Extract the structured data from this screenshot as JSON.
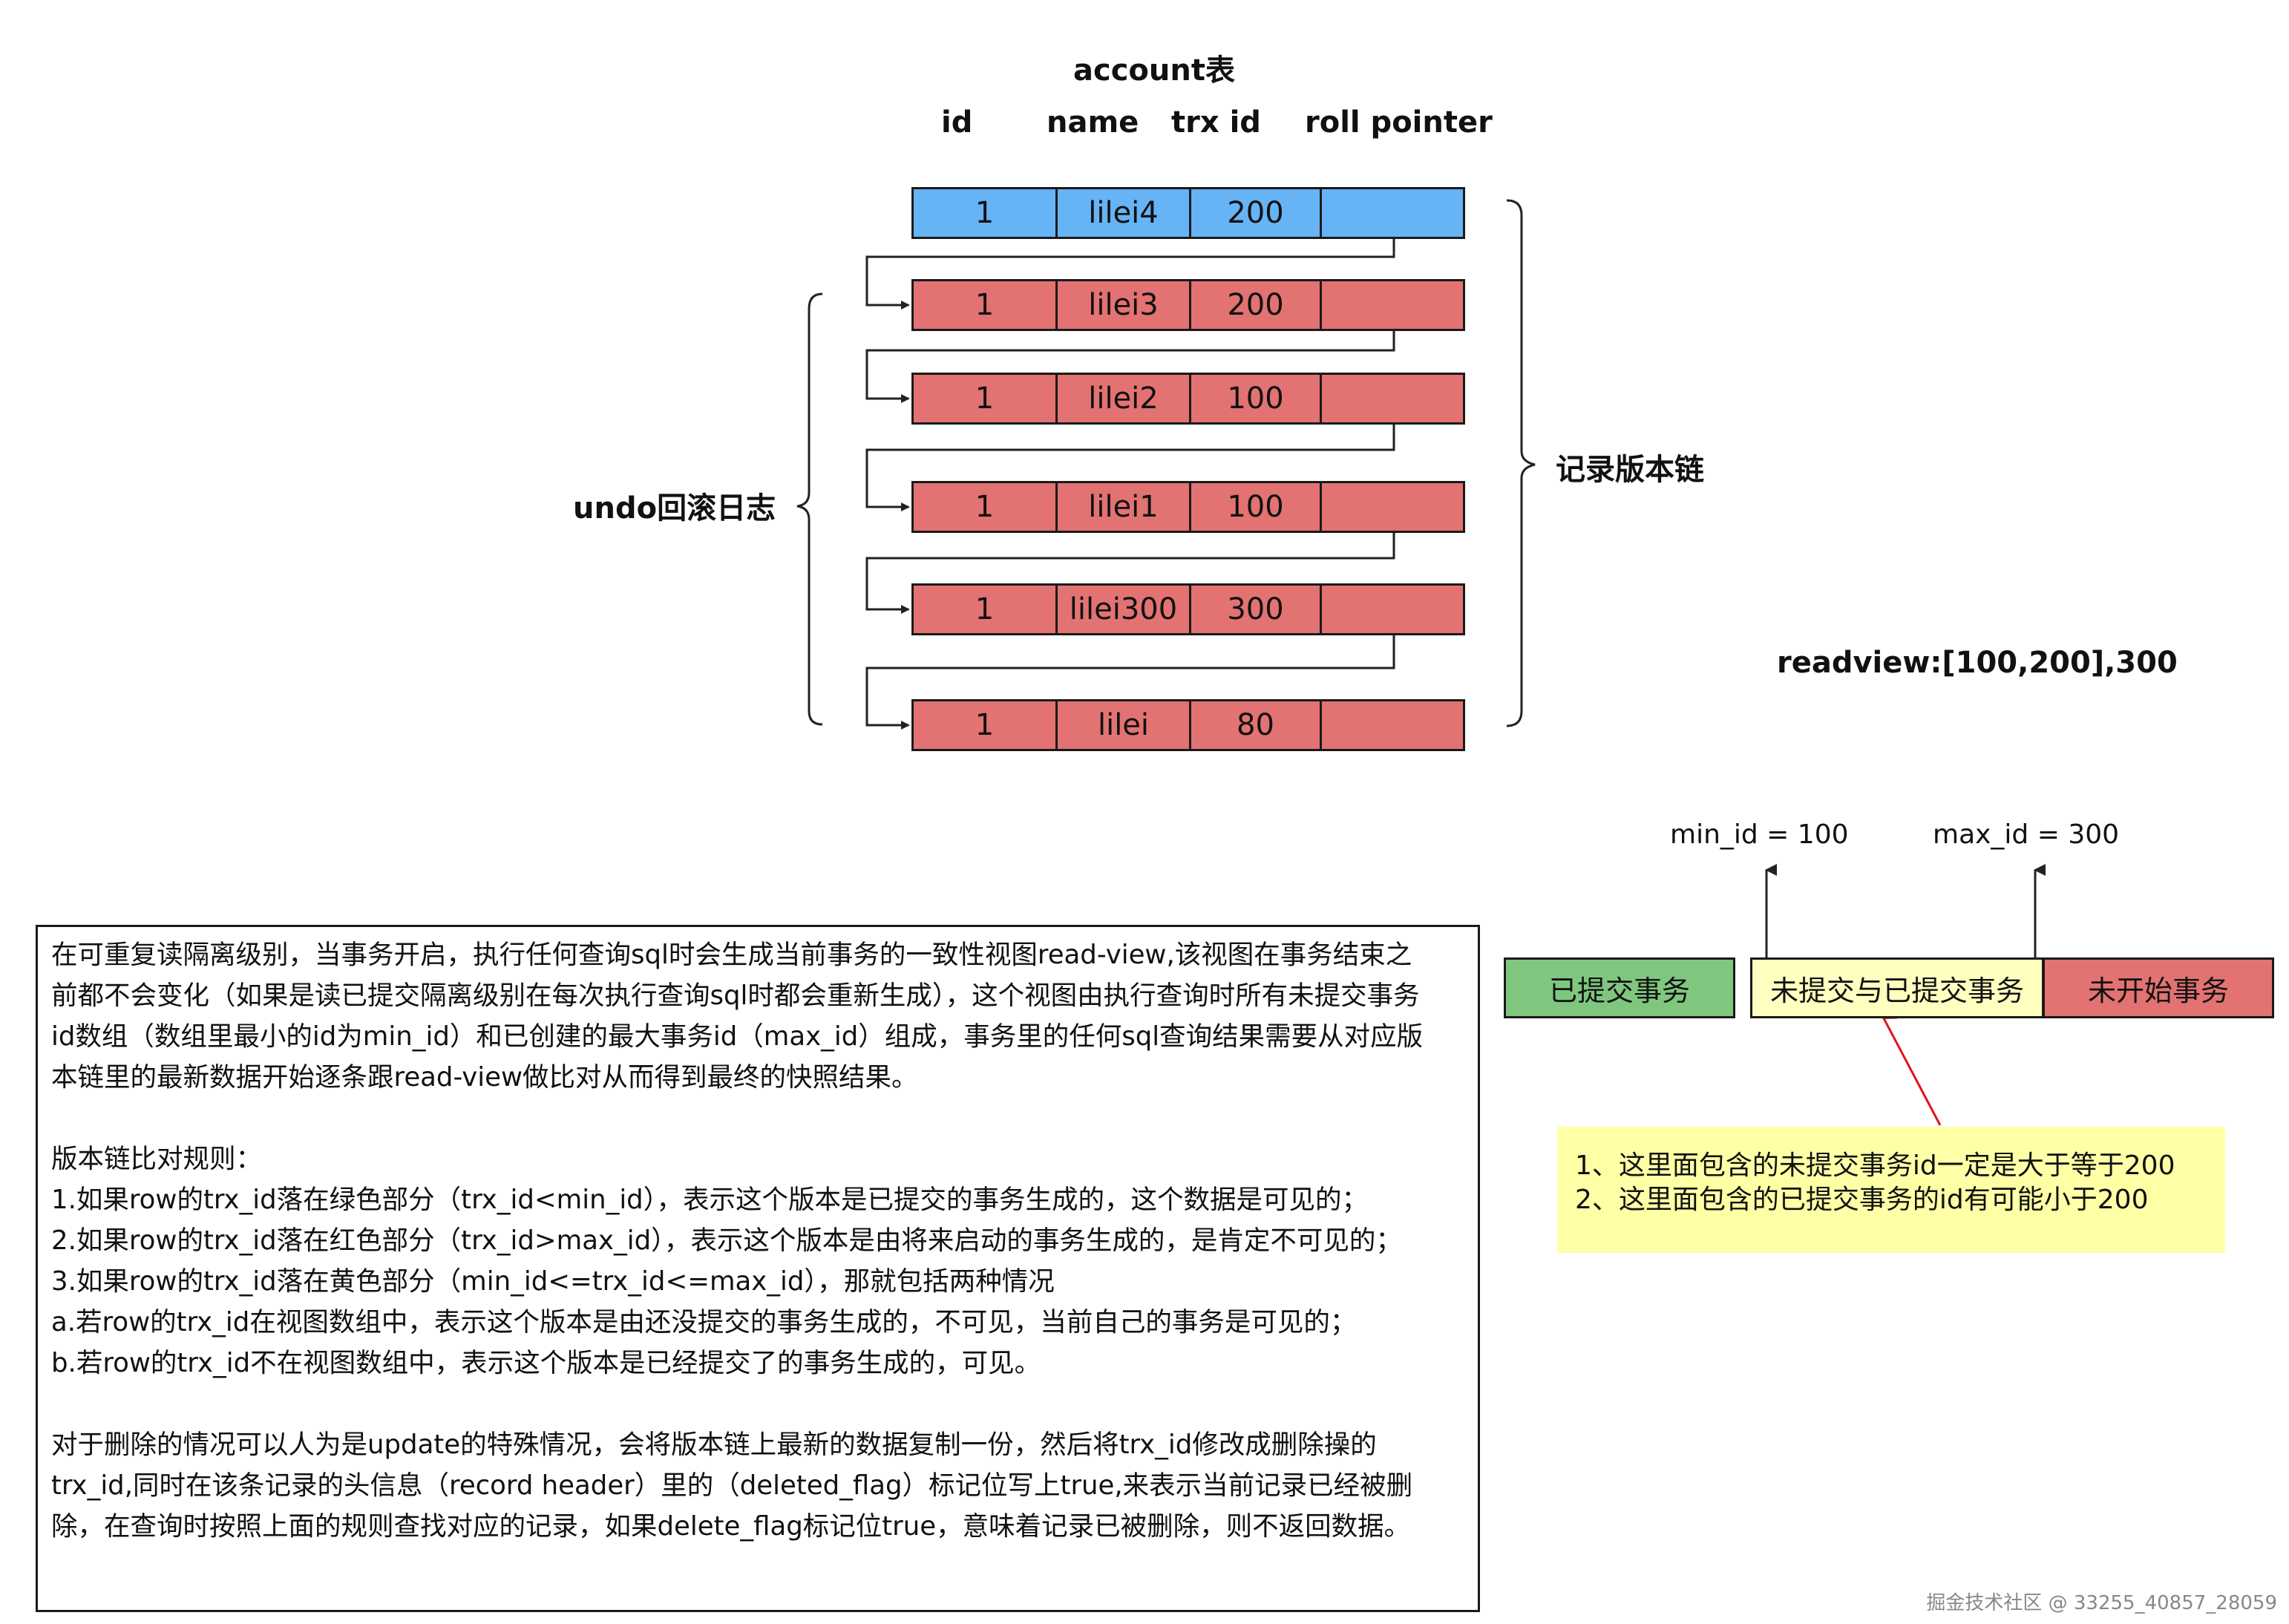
{
  "table_title": "account表",
  "headers": [
    "id",
    "name",
    "trx id",
    "roll pointer"
  ],
  "rows": [
    {
      "id": "1",
      "name": "lilei4",
      "trx_id": "200",
      "roll_pointer": ""
    },
    {
      "id": "1",
      "name": "lilei3",
      "trx_id": "200",
      "roll_pointer": ""
    },
    {
      "id": "1",
      "name": "lilei2",
      "trx_id": "100",
      "roll_pointer": ""
    },
    {
      "id": "1",
      "name": "lilei1",
      "trx_id": "100",
      "roll_pointer": ""
    },
    {
      "id": "1",
      "name": "lilei300",
      "trx_id": "300",
      "roll_pointer": ""
    },
    {
      "id": "1",
      "name": "lilei",
      "trx_id": "80",
      "roll_pointer": ""
    }
  ],
  "colors": {
    "current_row": "#66b3f5",
    "undo_row": "#e37272",
    "committed": "#7fc77f",
    "mixed": "#ffffc0",
    "not_started": "#e37272",
    "note_bg": "#ffffa6",
    "pointer_arrow": "#e0151a"
  },
  "left_brace_label": "undo回滚日志",
  "right_brace_label": "记录版本链",
  "readview": "readview:[100,200],300",
  "min_id_label": "min_id = 100",
  "max_id_label": "max_id = 300",
  "segments": {
    "committed": "已提交事务",
    "mixed": "未提交与已提交事务",
    "not_started": "未开始事务"
  },
  "note_lines": [
    "1、这里面包含的未提交事务id一定是大于等于200",
    "2、这里面包含的已提交事务的id有可能小于200"
  ],
  "description": "在可重复读隔离级别，当事务开启，执行任何查询sql时会生成当前事务的一致性视图read-view,该视图在事务结束之\n前都不会变化（如果是读已提交隔离级别在每次执行查询sql时都会重新生成），这个视图由执行查询时所有未提交事务\nid数组（数组里最小的id为min_id）和已创建的最大事务id（max_id）组成，事务里的任何sql查询结果需要从对应版\n本链里的最新数据开始逐条跟read-view做比对从而得到最终的快照结果。\n\n版本链比对规则：\n1.如果row的trx_id落在绿色部分（trx_id<min_id），表示这个版本是已提交的事务生成的，这个数据是可见的；\n2.如果row的trx_id落在红色部分（trx_id>max_id），表示这个版本是由将来启动的事务生成的，是肯定不可见的；\n3.如果row的trx_id落在黄色部分（min_id<=trx_id<=max_id），那就包括两种情况\na.若row的trx_id在视图数组中，表示这个版本是由还没提交的事务生成的，不可见，当前自己的事务是可见的；\nb.若row的trx_id不在视图数组中，表示这个版本是已经提交了的事务生成的，可见。\n\n对于删除的情况可以人为是update的特殊情况，会将版本链上最新的数据复制一份，然后将trx_id修改成删除操的\ntrx_id,同时在该条记录的头信息（record header）里的（deleted_flag）标记位写上true,来表示当前记录已经被删\n除，在查询时按照上面的规则查找对应的记录，如果delete_flag标记位true，意味着记录已被删除，则不返回数据。",
  "watermark": "掘金技术社区 @ 33255_40857_28059"
}
